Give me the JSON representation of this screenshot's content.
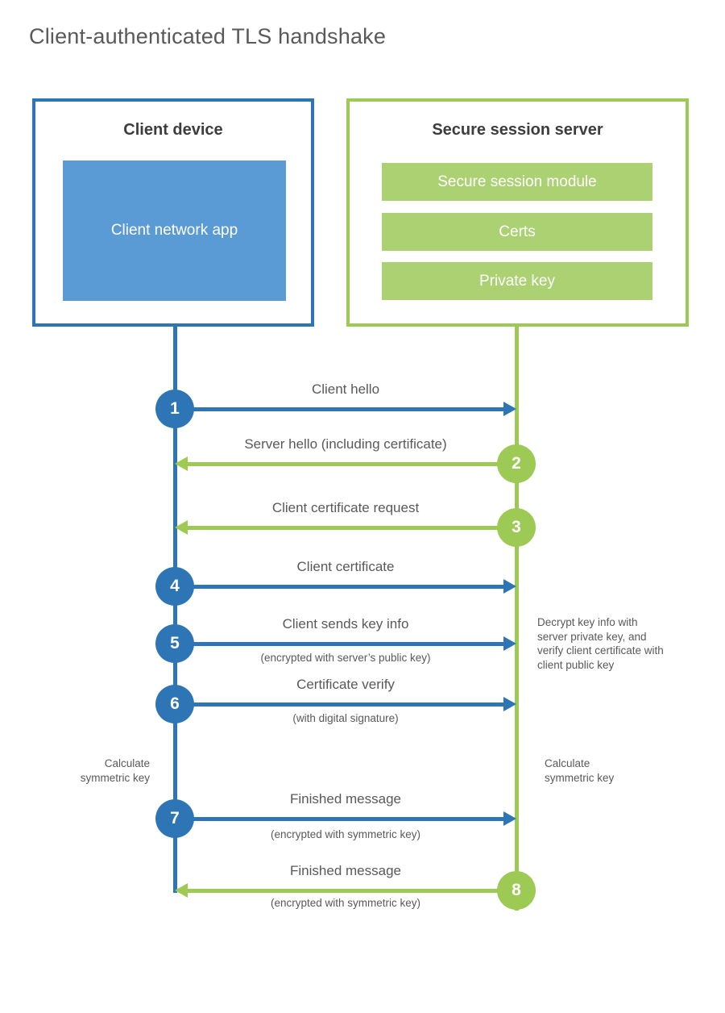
{
  "title": "Client-authenticated TLS handshake",
  "colors": {
    "blue_line": "#2E75B6",
    "blue_fill": "#5B9BD5",
    "green_line": "#9DCA55",
    "green_fill": "#ABD173",
    "text_gray": "#595959",
    "heading_dark": "#3d3d3d"
  },
  "client_box": {
    "title": "Client device",
    "module": "Client network app"
  },
  "server_box": {
    "title": "Secure session server",
    "modules": [
      "Secure session module",
      "Certs",
      "Private key"
    ]
  },
  "steps": [
    {
      "num": "1",
      "label": "Client hello",
      "sublabel": "",
      "direction": "right",
      "actor": "client"
    },
    {
      "num": "2",
      "label": "Server hello (including certificate)",
      "sublabel": "",
      "direction": "left",
      "actor": "server"
    },
    {
      "num": "3",
      "label": "Client certificate request",
      "sublabel": "",
      "direction": "left",
      "actor": "server"
    },
    {
      "num": "4",
      "label": "Client certificate",
      "sublabel": "",
      "direction": "right",
      "actor": "client"
    },
    {
      "num": "5",
      "label": "Client sends key info",
      "sublabel": "(encrypted with server’s public key)",
      "direction": "right",
      "actor": "client"
    },
    {
      "num": "6",
      "label": "Certificate verify",
      "sublabel": "(with digital signature)",
      "direction": "right",
      "actor": "client"
    },
    {
      "num": "7",
      "label": "Finished message",
      "sublabel": "(encrypted with symmetric key)",
      "direction": "right",
      "actor": "client"
    },
    {
      "num": "8",
      "label": "Finished message",
      "sublabel": "(encrypted with symmetric key)",
      "direction": "left",
      "actor": "server"
    }
  ],
  "annotations": {
    "decrypt_note": "Decrypt key info with server private key, and verify client certificate with client public key",
    "calculate_left": "Calculate symmetric key",
    "calculate_right": "Calculate symmetric key"
  }
}
